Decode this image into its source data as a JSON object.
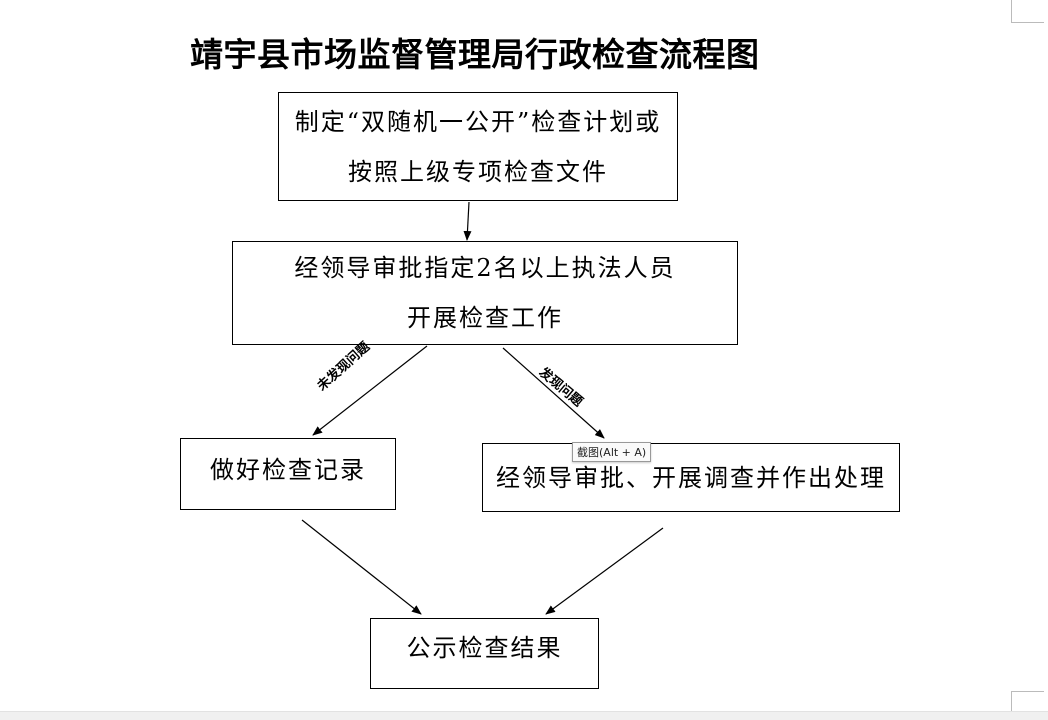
{
  "title": "靖宇县市场监督管理局行政检查流程图",
  "nodes": {
    "plan": {
      "line1": "制定“双随机一公开”检查计划或",
      "line2": "按照上级专项检查文件"
    },
    "assign": {
      "line1": "经领导审批指定2名以上执法人员",
      "line2": "开展检查工作"
    },
    "record": {
      "line1": "做好检查记录"
    },
    "handle": {
      "line1": "经领导审批、开展调查并作出处理"
    },
    "publish": {
      "line1": "公示检查结果"
    }
  },
  "edges": {
    "no_issue_label": "未发现问题",
    "issue_label": "发现问题"
  },
  "tooltip": "截图(Alt + A)"
}
